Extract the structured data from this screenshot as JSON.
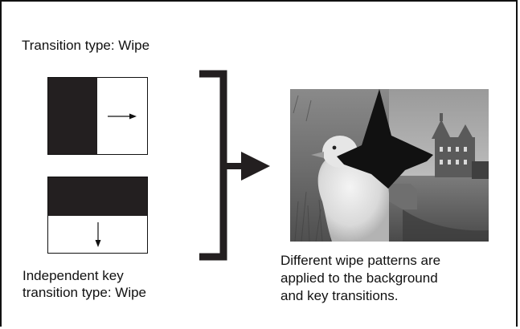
{
  "labels": {
    "transition_type": "Transition type: Wipe",
    "independent_key": [
      "Independent key",
      "transition type: Wipe"
    ],
    "result_caption": [
      "Different wipe patterns are",
      "applied to the background",
      "and key transitions."
    ]
  },
  "colors": {
    "ink": "#231f20",
    "border": "#111111",
    "background": "#ffffff"
  },
  "icons": {
    "horizontal_wipe_arrow": "arrow-right-icon",
    "vertical_wipe_arrow": "arrow-down-icon",
    "merge": "bracket-arrow-icon",
    "wipe_shape": "star-wipe-icon"
  }
}
